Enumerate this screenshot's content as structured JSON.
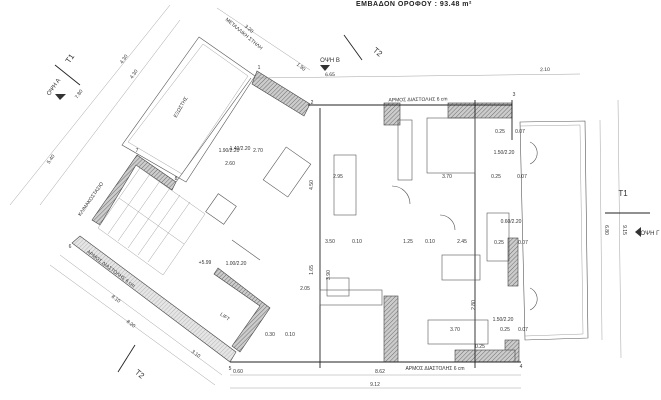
{
  "title": "ΕΜΒΑΔΟΝ ΟΡΟΦΟΥ : 93.48 m²",
  "views": {
    "a": "ΟΨΗ Α",
    "b": "ΟΨΗ Β",
    "g": "ΟΨΗ Γ"
  },
  "sections": {
    "t1": "T1",
    "t2": "T2"
  },
  "rooms": {
    "balcony": "ΕΞΩΣΤΗΣ",
    "lift": "LIFT",
    "stairs": "ΚΛΙΜΑΚΟΣΤΑΣΙΟ",
    "metal_column": "ΜΕΤΑΛΛΙΚΗ ΣΤΗΛΗ",
    "level": "+5.99"
  },
  "notes": {
    "joint_top": "ΑΡΜΟΣ ΔΙΑΣΤΟΛΗΣ 6 cm",
    "joint_bottom": "ΑΡΜΟΣ ΔΙΑΣΤΟΛΗΣ 6 cm",
    "joint_left": "ΑΡΜΟΣ ΔΙΑΣΤΟΛΗΣ 6 cm"
  },
  "corner_points": [
    "1",
    "2",
    "3",
    "4",
    "5",
    "6",
    "7",
    "8"
  ],
  "dimensions": {
    "top": [
      "6.65",
      "2.10",
      "3.20",
      "1.90",
      "0.07",
      "0.25"
    ],
    "bottom": [
      "8.62",
      "9.12",
      "0.60"
    ],
    "right": [
      "6.80",
      "9.15"
    ],
    "left": [
      "4.30",
      "4.30",
      "7.80",
      "5.40",
      "8.10",
      "8.20",
      "3.10"
    ],
    "interior": [
      "2.95",
      "3.70",
      "0.25",
      "0.07",
      "4.50",
      "3.50",
      "0.10",
      "1.25",
      "0.10",
      "2.45",
      "0.25",
      "0.07",
      "3.90",
      "2.80",
      "3.70",
      "0.25",
      "0.07",
      "0.25",
      "0.10",
      "0.30",
      "2.05",
      "1.65",
      "2.70",
      "2.60"
    ]
  },
  "openings": [
    "1.90/2.20",
    "1.50/2.20",
    "1.50/2.20",
    "0.60/2.20",
    "1.00/2.20",
    "1.40/2.20"
  ],
  "colors": {
    "wall_hatch": "#aaaaaa",
    "line": "#444444"
  }
}
